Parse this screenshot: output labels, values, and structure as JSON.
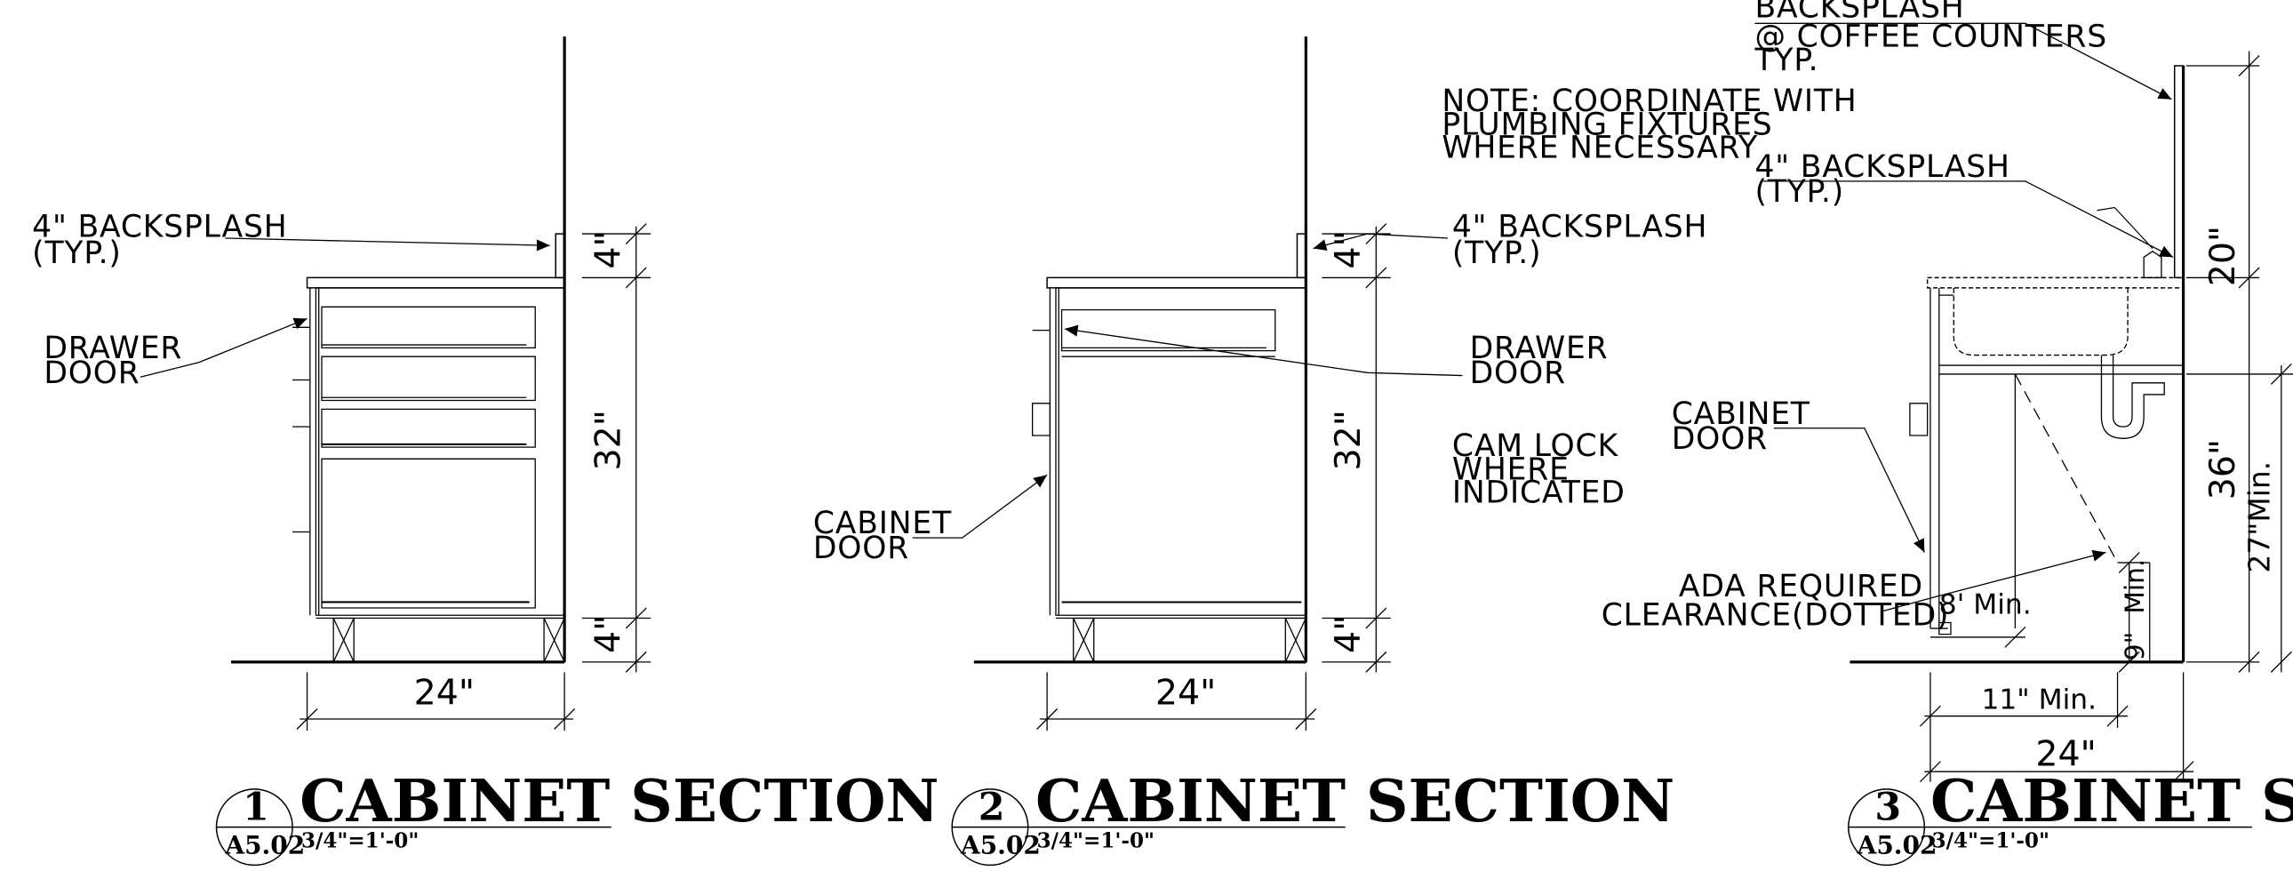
{
  "sections": [
    {
      "number": "1",
      "sheet": "A5.02",
      "title": "CABINET SECTION",
      "scale": "3/4\"=1'-0\"",
      "labels": {
        "backsplash_1": "4\" BACKSPLASH",
        "backsplash_2": "(TYP.)",
        "drawer_1": "DRAWER",
        "drawer_2": "DOOR"
      },
      "dims": {
        "top": "4\"",
        "middle": "32\"",
        "bottom": "4\"",
        "width": "24\""
      }
    },
    {
      "number": "2",
      "sheet": "A5.02",
      "title": "CABINET SECTION",
      "scale": "3/4\"=1'-0\"",
      "labels": {
        "note_1": "NOTE: COORDINATE WITH",
        "note_2": "PLUMBING FIXTURES",
        "note_3": "WHERE NECESSARY",
        "backsplash_1": "4\" BACKSPLASH",
        "backsplash_2": "(TYP.)",
        "drawer_1": "DRAWER",
        "drawer_2": "DOOR",
        "camlock_1": "CAM LOCK",
        "camlock_2": "WHERE",
        "camlock_3": "INDICATED",
        "cabinet_1": "CABINET",
        "cabinet_2": "DOOR"
      },
      "dims": {
        "top": "4\"",
        "middle": "32\"",
        "bottom": "4\"",
        "width": "24\""
      }
    },
    {
      "number": "3",
      "sheet": "A5.02",
      "title": "CABINET SECTION",
      "scale": "3/4\"=1'-0\"",
      "labels": {
        "coffee_0": "BACKSPLASH",
        "coffee_1": "@ COFFEE COUNTERS",
        "coffee_2": "TYP.",
        "backsplash_1": "4\" BACKSPLASH",
        "backsplash_2": "(TYP.)",
        "cabinet_1": "CABINET",
        "cabinet_2": "DOOR",
        "ada_1": "ADA REQUIRED",
        "ada_2": "CLEARANCE(DOTTED)"
      },
      "dims": {
        "upper": "20\"",
        "total": "36\"",
        "knee": "27\"Min.",
        "toe_h": "9\"",
        "toe_d": "8' Min.",
        "mid_min": "Min.",
        "eleven": "11\" Min.",
        "width": "24\""
      }
    }
  ]
}
